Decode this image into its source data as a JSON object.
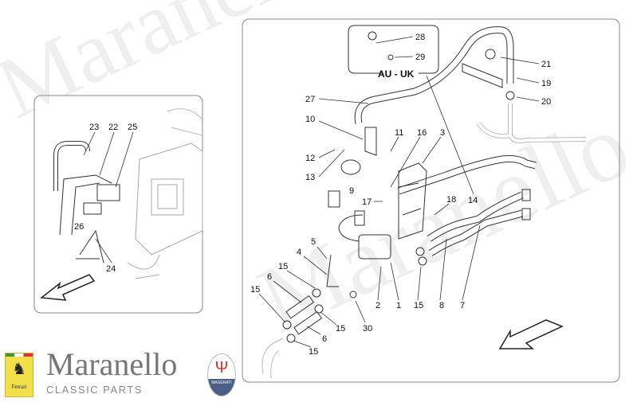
{
  "diagram": {
    "region_label": "AU - UK",
    "right_panel_labels": [
      "28",
      "29",
      "21",
      "19",
      "20",
      "27",
      "10",
      "11",
      "16",
      "3",
      "12",
      "13",
      "9",
      "17",
      "18",
      "14",
      "5",
      "4",
      "15",
      "6",
      "15",
      "15",
      "6",
      "15",
      "2",
      "1",
      "15",
      "8",
      "7",
      "30"
    ],
    "left_panel_labels": [
      "23",
      "22",
      "25",
      "26",
      "24"
    ]
  },
  "brand": {
    "name": "Maranello",
    "subtitle": "CLASSIC PARTS",
    "ferrari_logo_text": "Ferrari",
    "maserati_logo_text": "MASERATI"
  }
}
